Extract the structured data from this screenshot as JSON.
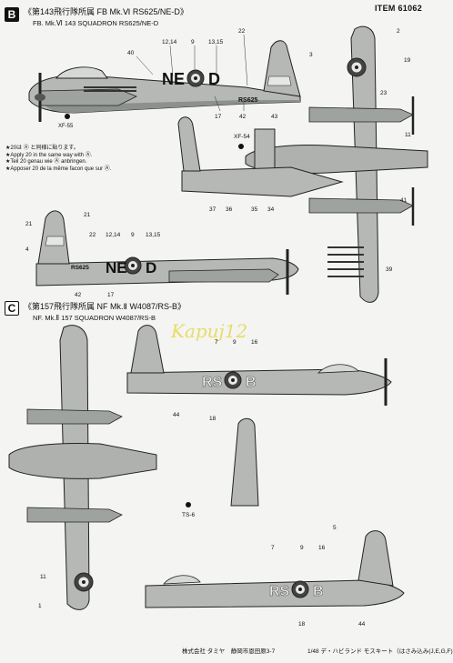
{
  "item": "ITEM 61062",
  "sectionB": {
    "badge": "B",
    "title_jp": "《第143飛行隊所属 FB Mk.Ⅵ RS625/NE-D》",
    "title_en": "FB. Mk.Ⅵ 143 SQUADRON RS625/NE-D",
    "top_callouts": [
      "40",
      "12,14",
      "9",
      "13,15",
      "22",
      "2",
      "3",
      "19",
      "17",
      "42",
      "43",
      "23",
      "11"
    ],
    "code_large": "NE",
    "code_letter": "D",
    "serial": "RS625",
    "stencil_1": "XF-55",
    "stencil_2": "XF-54",
    "note_lines": [
      "★20は Ⓐ と同様に貼ります。",
      "★Apply 20 in the same way with Ⓐ.",
      "★Teil 20 genau wie Ⓐ anbringen.",
      "★Apposer 20 de la même facon que sur Ⓐ."
    ],
    "mid_callouts": [
      "37",
      "36",
      "35",
      "34",
      "41"
    ],
    "lower_callouts": [
      "21",
      "4",
      "21",
      "22",
      "12,14",
      "9",
      "13,15",
      "42",
      "17",
      "39"
    ]
  },
  "sectionC": {
    "badge": "C",
    "title_jp": "《第157飛行隊所属 NF Mk.Ⅱ W4087/RS-B》",
    "title_en": "NF. Mk.Ⅱ 157 SQUADRON W4087/RS-B",
    "code_large": "RS",
    "code_letter": "B",
    "stencil": "TS-6",
    "watermark": "Kapuj12",
    "callouts_side1": [
      "7",
      "9",
      "16",
      "44",
      "18"
    ],
    "callouts_plan": [
      "11",
      "1"
    ],
    "callouts_side2": [
      "5",
      "7",
      "9",
      "16",
      "18",
      "44"
    ]
  },
  "footer": {
    "company": "株式会社 タミヤ　静岡市恩田原3-7",
    "product": "1/48 デ・ハビランド モスキート（はさみ込み(J,E,G,F)"
  },
  "colors": {
    "grey": "#b5b8b4",
    "dark": "#5f6360",
    "line": "#222222"
  }
}
